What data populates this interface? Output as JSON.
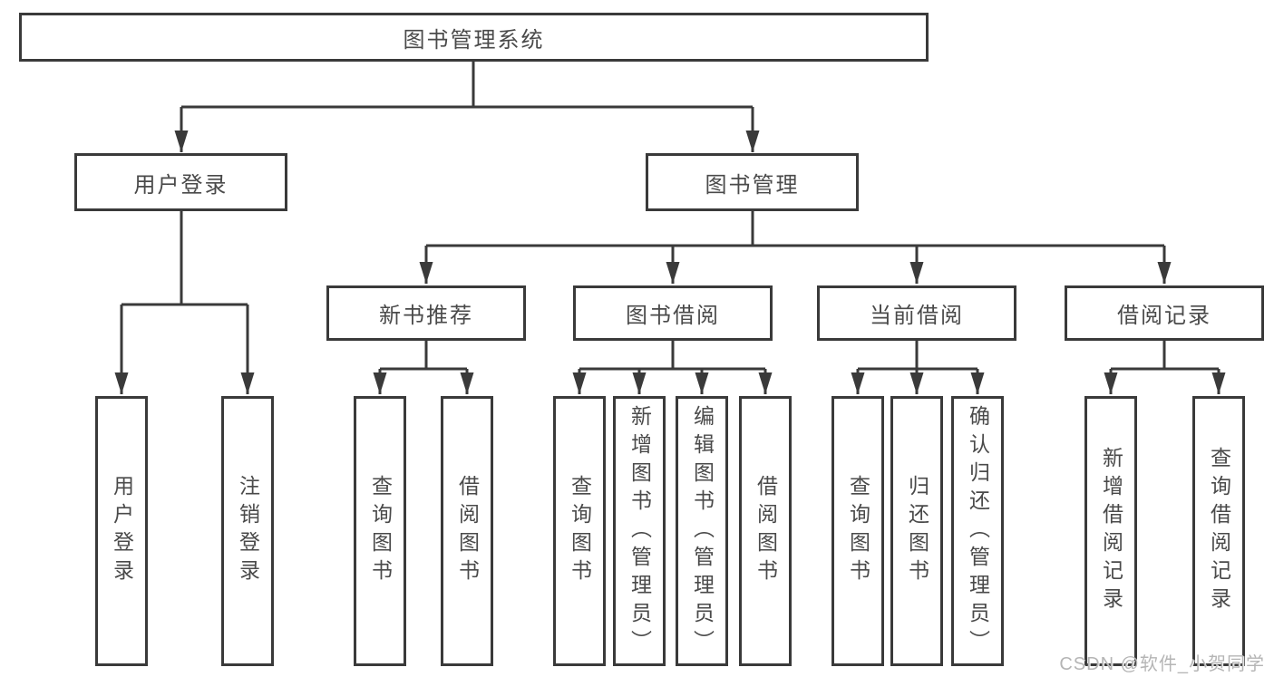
{
  "title": "图书管理系统",
  "watermark": {
    "text": "CSDN @软件_小贺同学"
  },
  "colors": {
    "line": "#3a3a3a",
    "box_border": "#3a3a3a",
    "text": "#4a4a4a",
    "background": "#ffffff",
    "watermark": "#b5b5b5"
  },
  "tree": {
    "label": "图书管理系统",
    "children": [
      {
        "label": "用户登录",
        "children": [
          {
            "label": "用户登录"
          },
          {
            "label": "注销登录"
          }
        ]
      },
      {
        "label": "图书管理",
        "children": [
          {
            "label": "新书推荐",
            "children": [
              {
                "label": "查询图书"
              },
              {
                "label": "借阅图书"
              }
            ]
          },
          {
            "label": "图书借阅",
            "children": [
              {
                "label": "查询图书"
              },
              {
                "label": "新增图书（管理员）"
              },
              {
                "label": "编辑图书（管理员）"
              },
              {
                "label": "借阅图书"
              }
            ]
          },
          {
            "label": "当前借阅",
            "children": [
              {
                "label": "查询图书"
              },
              {
                "label": "归还图书"
              },
              {
                "label": "确认归还（管理员）"
              }
            ]
          },
          {
            "label": "借阅记录",
            "children": [
              {
                "label": "新增借阅记录"
              },
              {
                "label": "查询借阅记录"
              }
            ]
          }
        ]
      }
    ]
  }
}
